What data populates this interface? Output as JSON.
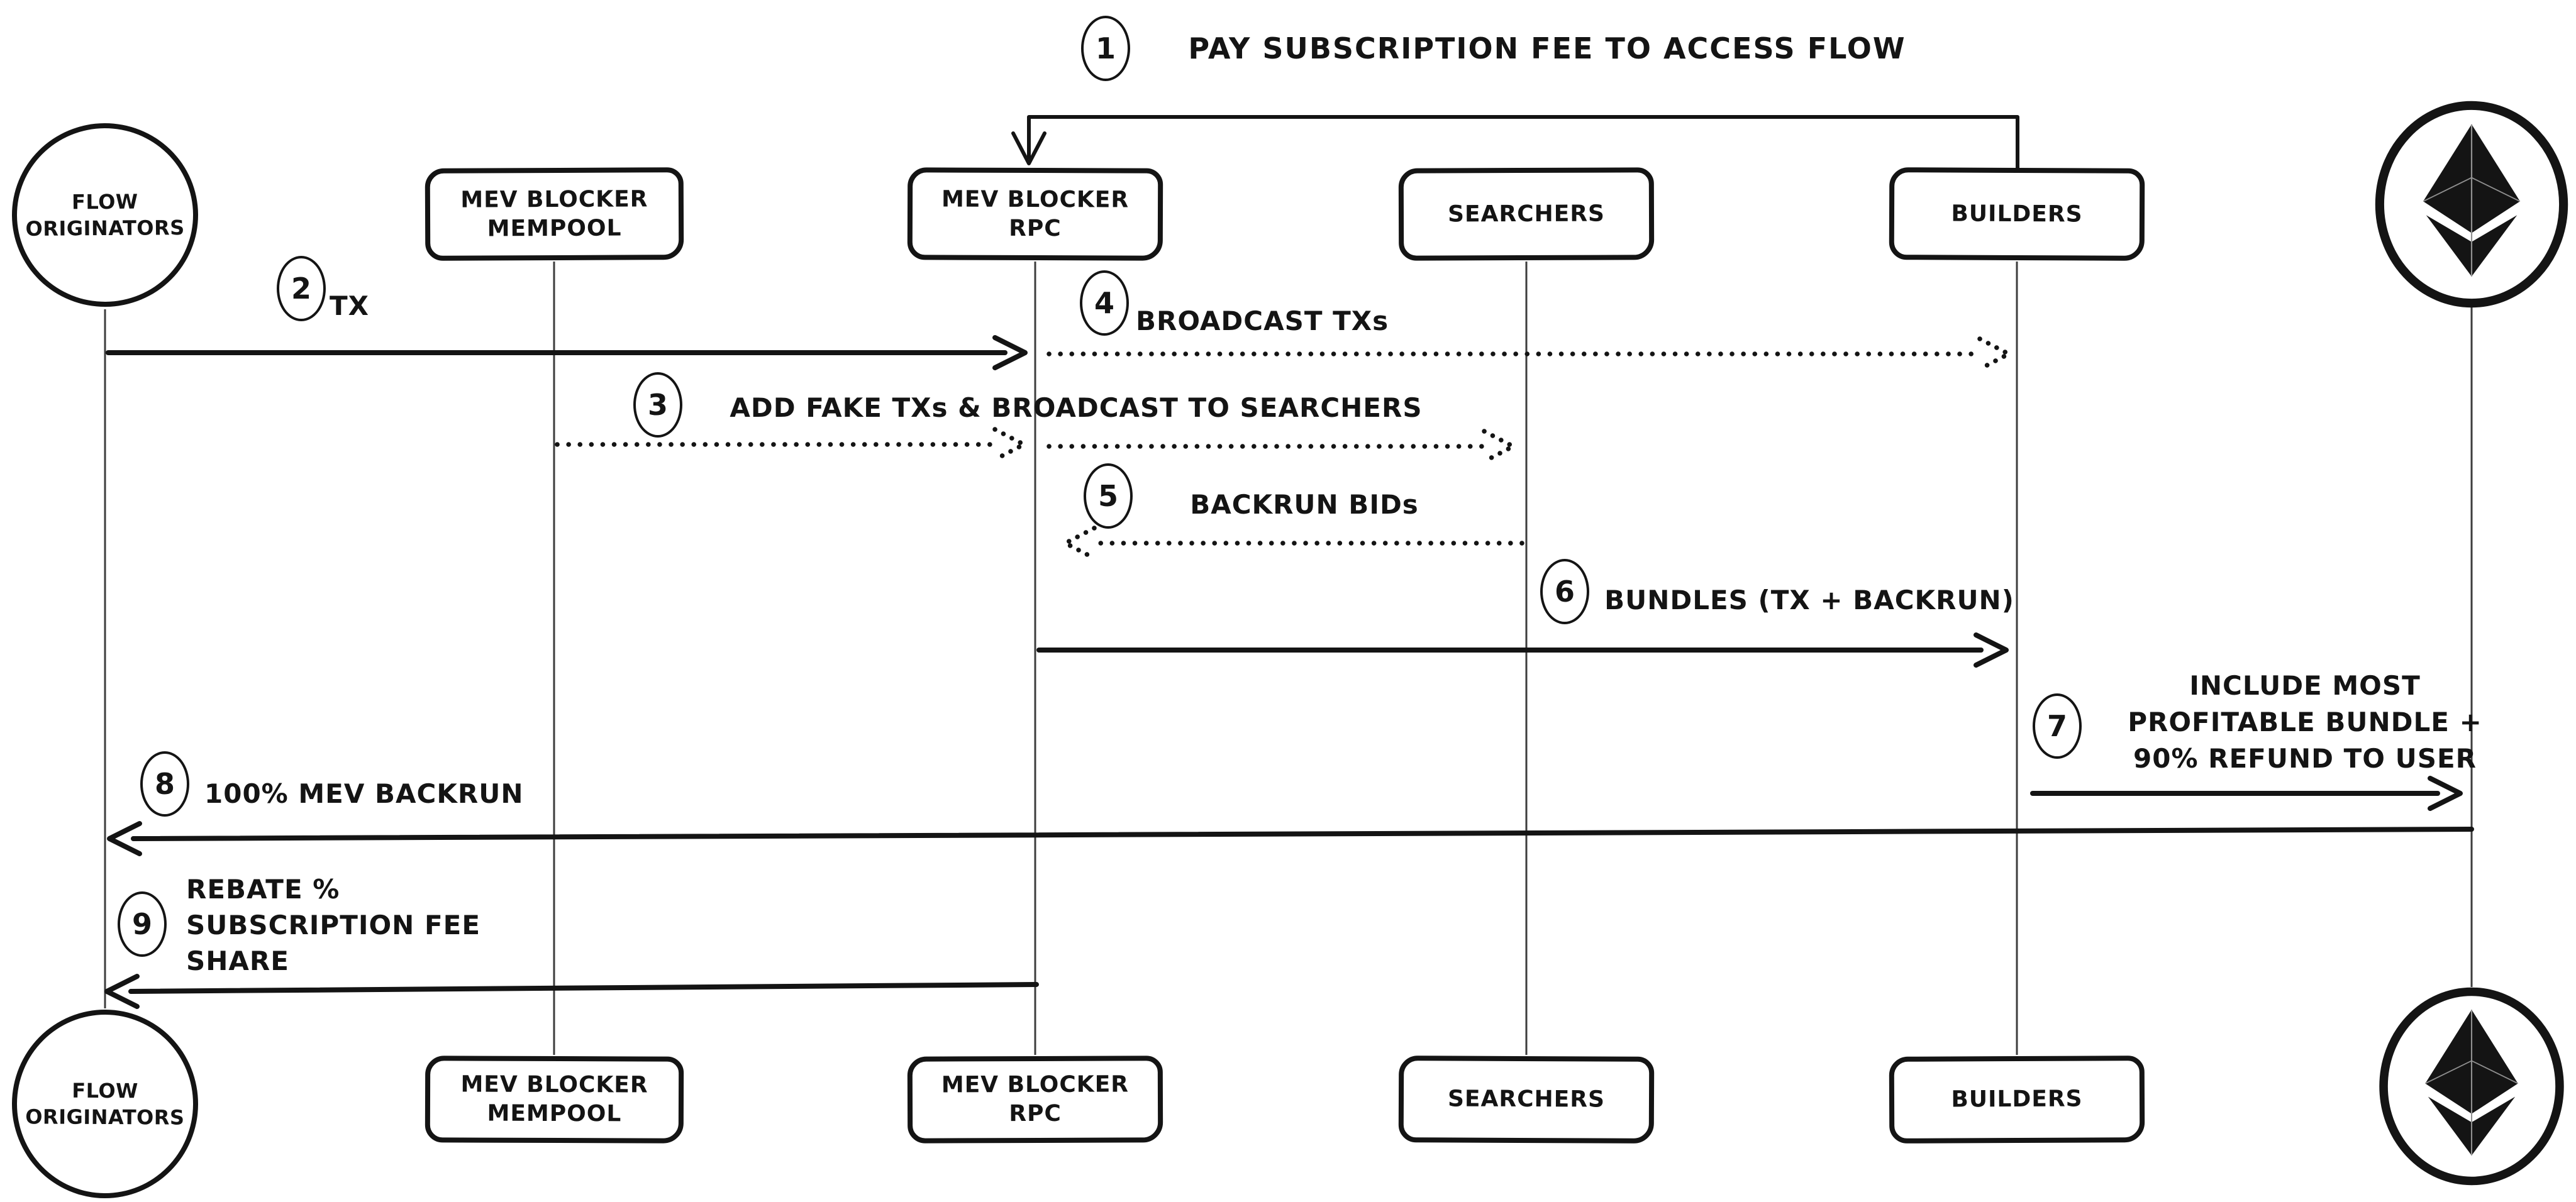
{
  "title": {
    "step": "1",
    "text": "PAY SUBSCRIPTION FEE TO ACCESS FLOW"
  },
  "actors": {
    "flow_originators": {
      "line1": "FLOW",
      "line2": "ORIGINATORS"
    },
    "mev_blocker_mempool": {
      "line1": "MEV BLOCKER",
      "line2": "MEMPOOL"
    },
    "mev_blocker_rpc": {
      "line1": "MEV BLOCKER",
      "line2": "RPC"
    },
    "searchers": {
      "line1": "SEARCHERS"
    },
    "builders": {
      "line1": "BUILDERS"
    },
    "ethereum": {
      "icon": "ethereum-logo"
    }
  },
  "messages": {
    "m2": {
      "step": "2",
      "text": "TX"
    },
    "m3": {
      "step": "3",
      "text": "ADD FAKE TXs & BROADCAST TO SEARCHERS"
    },
    "m4": {
      "step": "4",
      "text": "BROADCAST TXs"
    },
    "m5": {
      "step": "5",
      "text": "BACKRUN BIDs"
    },
    "m6": {
      "step": "6",
      "text": "BUNDLES (TX + BACKRUN)"
    },
    "m7": {
      "step": "7",
      "line1": "INCLUDE MOST",
      "line2": "PROFITABLE BUNDLE +",
      "line3": "90% REFUND TO USER"
    },
    "m8": {
      "step": "8",
      "text": "100% MEV BACKRUN"
    },
    "m9": {
      "step": "9",
      "line1": "REBATE %",
      "line2": "SUBSCRIPTION FEE",
      "line3": "SHARE"
    }
  },
  "colors": {
    "ink": "#141414",
    "background": "#ffffff"
  }
}
